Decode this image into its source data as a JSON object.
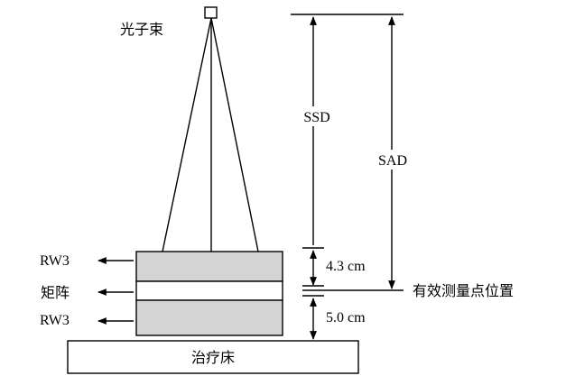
{
  "labels": {
    "photon_beam": "光子束",
    "ssd": "SSD",
    "sad": "SAD",
    "rw3_top": "RW3",
    "matrix": "矩阵",
    "rw3_bottom": "RW3",
    "depth_top": "4.3 cm",
    "depth_bottom": "5.0 cm",
    "effective_point": "有效测量点位置",
    "couch": "治疗床"
  },
  "colors": {
    "phantom_fill": "#d4d4d4",
    "line": "#000000",
    "background": "#ffffff"
  }
}
